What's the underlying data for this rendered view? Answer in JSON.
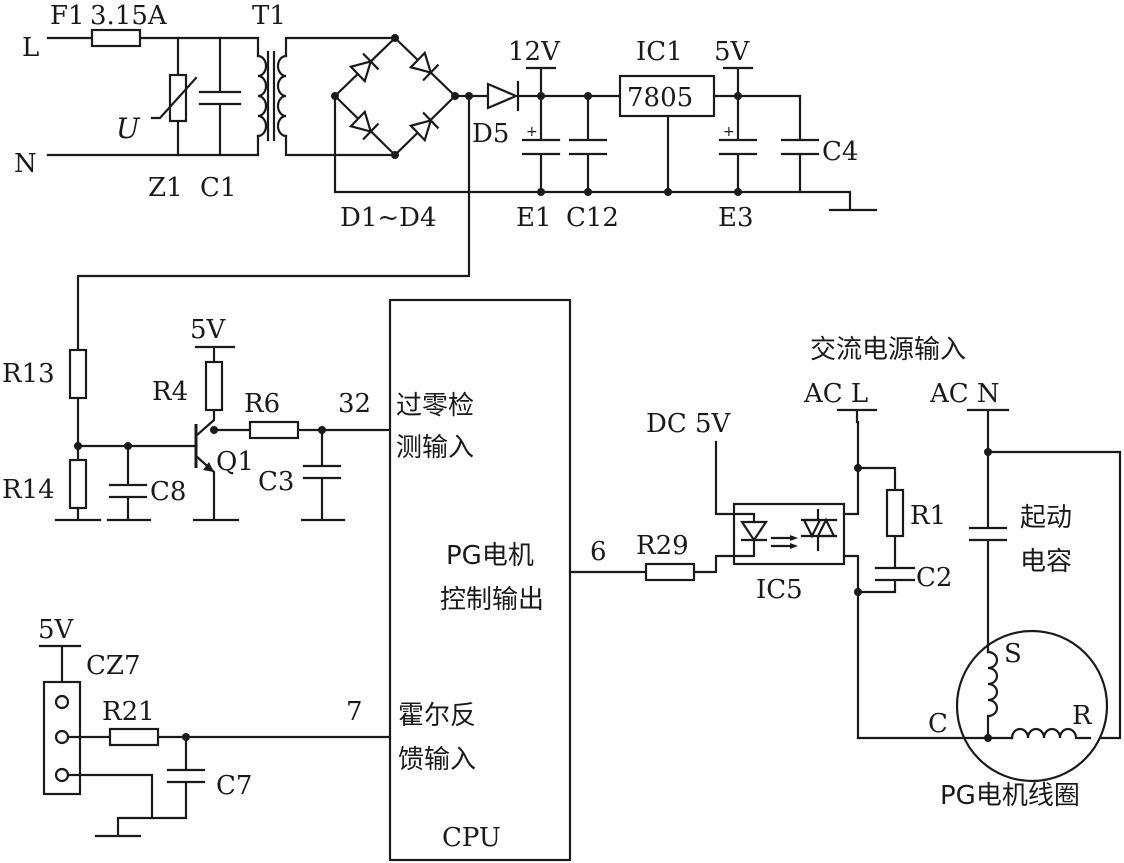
{
  "labels": {
    "L": "L",
    "N": "N",
    "F1": "F1",
    "fuse_rating": "3.15A",
    "T1": "T1",
    "U": "U",
    "Z1": "Z1",
    "C1": "C1",
    "D1D4": "D1~D4",
    "D5": "D5",
    "v12": "12V",
    "IC1": "IC1",
    "reg": "7805",
    "v5_top": "5V",
    "E1": "E1",
    "C12": "C12",
    "E3": "E3",
    "C4": "C4",
    "R13": "R13",
    "R14": "R14",
    "C8": "C8",
    "v5_q1": "5V",
    "R4": "R4",
    "Q1": "Q1",
    "R6": "R6",
    "pin32": "32",
    "C3": "C3",
    "zero_cross_1": "过零检",
    "zero_cross_2": "测输入",
    "pg_ctrl_1": "PG电机",
    "pg_ctrl_2": "控制输出",
    "pin6": "6",
    "R29": "R29",
    "dc5v": "DC 5V",
    "IC5": "IC5",
    "ac_in": "交流电源输入",
    "ACL": "AC L",
    "ACN": "AC N",
    "R1": "R1",
    "C2": "C2",
    "start_cap_1": "起动",
    "start_cap_2": "电容",
    "S": "S",
    "Cnode": "C",
    "R": "R",
    "motor_coil": "PG电机线圈",
    "v5_cz7": "5V",
    "CZ7": "CZ7",
    "R21": "R21",
    "pin7": "7",
    "C7": "C7",
    "hall_1": "霍尔反",
    "hall_2": "馈输入",
    "CPU": "CPU"
  }
}
